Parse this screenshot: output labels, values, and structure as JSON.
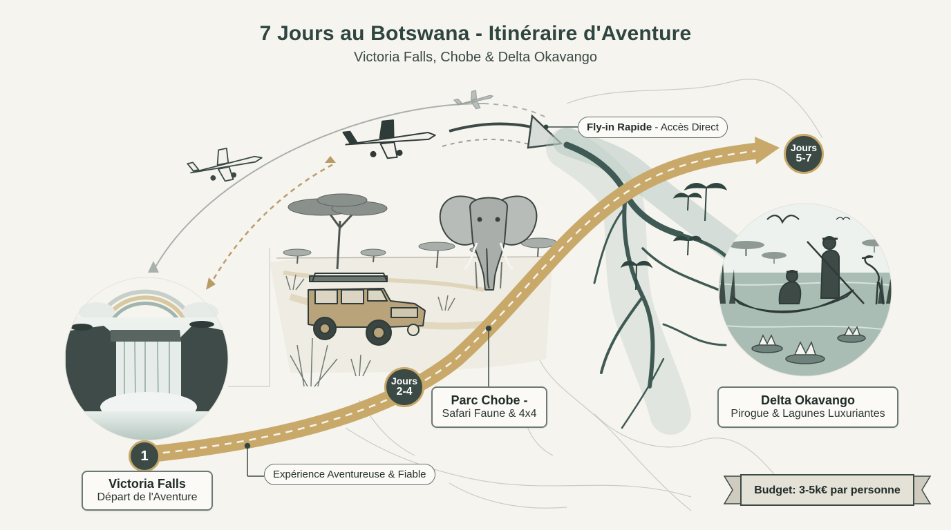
{
  "title": "7 Jours au Botswana - Itinéraire d'Aventure",
  "subtitle": "Victoria Falls, Chobe & Delta Okavango",
  "stops": {
    "start_marker": "1",
    "victoria": {
      "name": "Victoria Falls",
      "desc": "Départ de l'Aventure"
    },
    "chobe_marker_line1": "Jours",
    "chobe_marker_line2": "2-4",
    "chobe": {
      "name": "Parc Chobe -",
      "desc": "Safari Faune & 4x4"
    },
    "delta_marker_line1": "Jours",
    "delta_marker_line2": "5-7",
    "delta": {
      "name": "Delta Okavango",
      "desc": "Pirogue & Lagunes Luxuriantes"
    }
  },
  "callouts": {
    "flyin_strong": "Fly-in Rapide",
    "flyin_rest": " - Accès Direct",
    "experience": "Expérience Aventureuse & Fiable"
  },
  "budget": "Budget: 3-5k€ par personne",
  "colors": {
    "route": "#c9a96a",
    "ink": "#2f4540",
    "wash": "#b8cbc3",
    "background": "#f6f4ef"
  },
  "icons": [
    "waterfall",
    "rainbow",
    "airplane",
    "safari-jeep",
    "elephant",
    "acacia-tree",
    "palm-tree",
    "river-delta",
    "canoe",
    "heron",
    "water-lily",
    "banner"
  ]
}
